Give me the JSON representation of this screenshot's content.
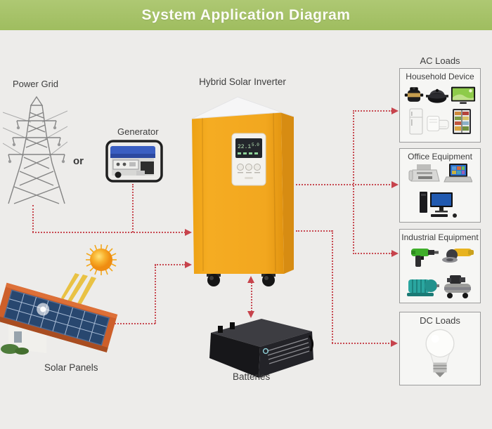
{
  "title": "System Application Diagram",
  "colors": {
    "banner_green": "#a6c169",
    "background": "#edecea",
    "connection_red": "#c74a52",
    "inverter_yellow": "#f2a71f",
    "box_border": "#9b9b9b"
  },
  "sources": {
    "power_grid_label": "Power Grid",
    "or_label": "or",
    "generator_label": "Generator",
    "solar_label": "Solar Panels"
  },
  "inverter": {
    "label": "Hybrid Solar Inverter",
    "display_left": "22.1",
    "display_right": "5.0"
  },
  "battery": {
    "label": "Batteries"
  },
  "loads": {
    "ac_title": "AC Loads",
    "boxes": [
      {
        "label": "Household Device",
        "icons": [
          "pressure-cooker",
          "cooking-pot",
          "television",
          "refrigerator",
          "air-conditioner",
          "fridge-freezer"
        ]
      },
      {
        "label": "Office Equipment",
        "icons": [
          "fax-machine",
          "laptop",
          "desktop-computer"
        ]
      },
      {
        "label": "Industrial Equipment",
        "icons": [
          "power-drill",
          "angle-grinder",
          "electric-motor",
          "air-compressor"
        ]
      },
      {
        "label": "DC Loads",
        "icons": [
          "led-bulb"
        ]
      }
    ]
  }
}
